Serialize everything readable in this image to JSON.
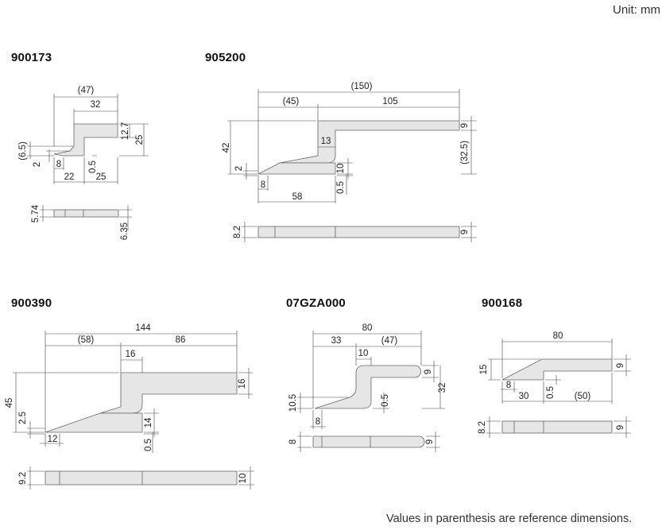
{
  "unit_label": "Unit: mm",
  "footer_note": "Values in parenthesis are reference dimensions.",
  "parts": [
    {
      "id": "900173",
      "dims": [
        "(47)",
        "32",
        "12.7",
        "25",
        "(6.5)",
        "2",
        "8",
        "0.5",
        "22",
        "25",
        "5.74",
        "6.35"
      ]
    },
    {
      "id": "905200",
      "dims": [
        "(150)",
        "(45)",
        "105",
        "9",
        "42",
        "13",
        "(32.5)",
        "2",
        "10",
        "8",
        "0.5",
        "58",
        "8.2",
        "9"
      ]
    },
    {
      "id": "900390",
      "dims": [
        "144",
        "(58)",
        "86",
        "16",
        "16",
        "45",
        "2.5",
        "14",
        "12",
        "0.5",
        "9.2",
        "10"
      ]
    },
    {
      "id": "07GZA000",
      "dims": [
        "80",
        "33",
        "(47)",
        "10",
        "9",
        "32",
        "10.5",
        "0.5",
        "8",
        "8",
        "9"
      ]
    },
    {
      "id": "900168",
      "dims": [
        "80",
        "15",
        "9",
        "8",
        "30",
        "0.5",
        "(50)",
        "8.2",
        "9"
      ]
    }
  ]
}
